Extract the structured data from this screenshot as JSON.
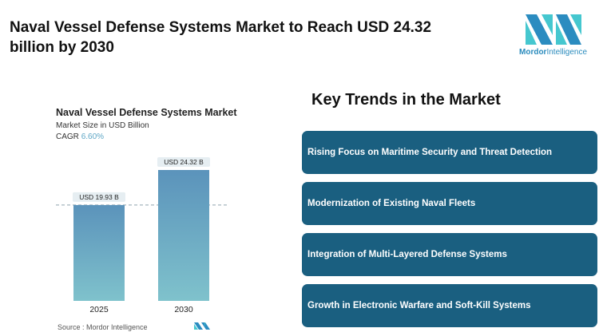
{
  "header": {
    "title": "Naval Vessel Defense Systems Market to Reach USD 24.32 billion by 2030"
  },
  "logo": {
    "brand_bold": "Mordor",
    "brand_rest": "Intelligence"
  },
  "chart_data": {
    "type": "bar",
    "title": "Naval Vessel Defense Systems Market",
    "subtitle": "Market Size in USD Billion",
    "cagr_label": "CAGR",
    "cagr_value": "6.60%",
    "categories": [
      "2025",
      "2030"
    ],
    "values": [
      19.93,
      24.32
    ],
    "data_labels": [
      "USD 19.93 B",
      "USD 24.32 B"
    ],
    "unit": "USD Billion",
    "colors": {
      "bar_top": "#5b93bb",
      "bar_bottom": "#7fc2cc",
      "reference_line": "#8fa3ad"
    }
  },
  "source": "Source :  Mordor Intelligence",
  "trends": {
    "title": "Key Trends in the Market",
    "items": [
      "Rising Focus on Maritime Security and Threat Detection",
      "Modernization of Existing Naval Fleets",
      "Integration of Multi-Layered Defense Systems",
      "Growth in Electronic Warfare and Soft-Kill Systems"
    ],
    "color": "#1a5f80"
  }
}
